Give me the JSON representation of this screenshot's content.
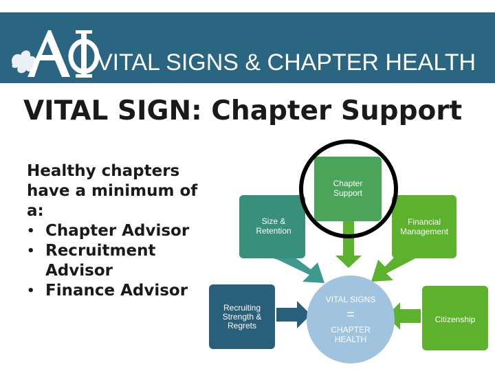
{
  "header": {
    "title": "VITAL SIGNS & CHAPTER HEALTH"
  },
  "slide": {
    "title": "VITAL SIGN: Chapter Support",
    "intro": "Healthy chapters have a minimum of a:",
    "bullets": [
      "Chapter Advisor",
      "Recruitment Advisor",
      "Finance Advisor"
    ]
  },
  "diagram": {
    "chapter_support": [
      "Chapter",
      "Support"
    ],
    "size_retention": [
      "Size &",
      "Retention"
    ],
    "financial_management": [
      "Financial",
      "Management"
    ],
    "recruiting": [
      "Recruiting",
      "Strength &",
      "Regrets"
    ],
    "vital_signs": "VITAL SIGNS",
    "equals": "=",
    "chapter_health": [
      "CHAPTER",
      "HEALTH"
    ],
    "citizenship": "Citizenship"
  },
  "colors": {
    "header": "#2a6582",
    "green_box": "#4aa45a",
    "light_green_box": "#5cb22d",
    "teal_box": "#378f7c",
    "navy_box": "#2a5f7a",
    "circle": "#a0c3e0",
    "arrow_teal": "#3e9a8e",
    "arrow_green": "#5cb22d"
  }
}
